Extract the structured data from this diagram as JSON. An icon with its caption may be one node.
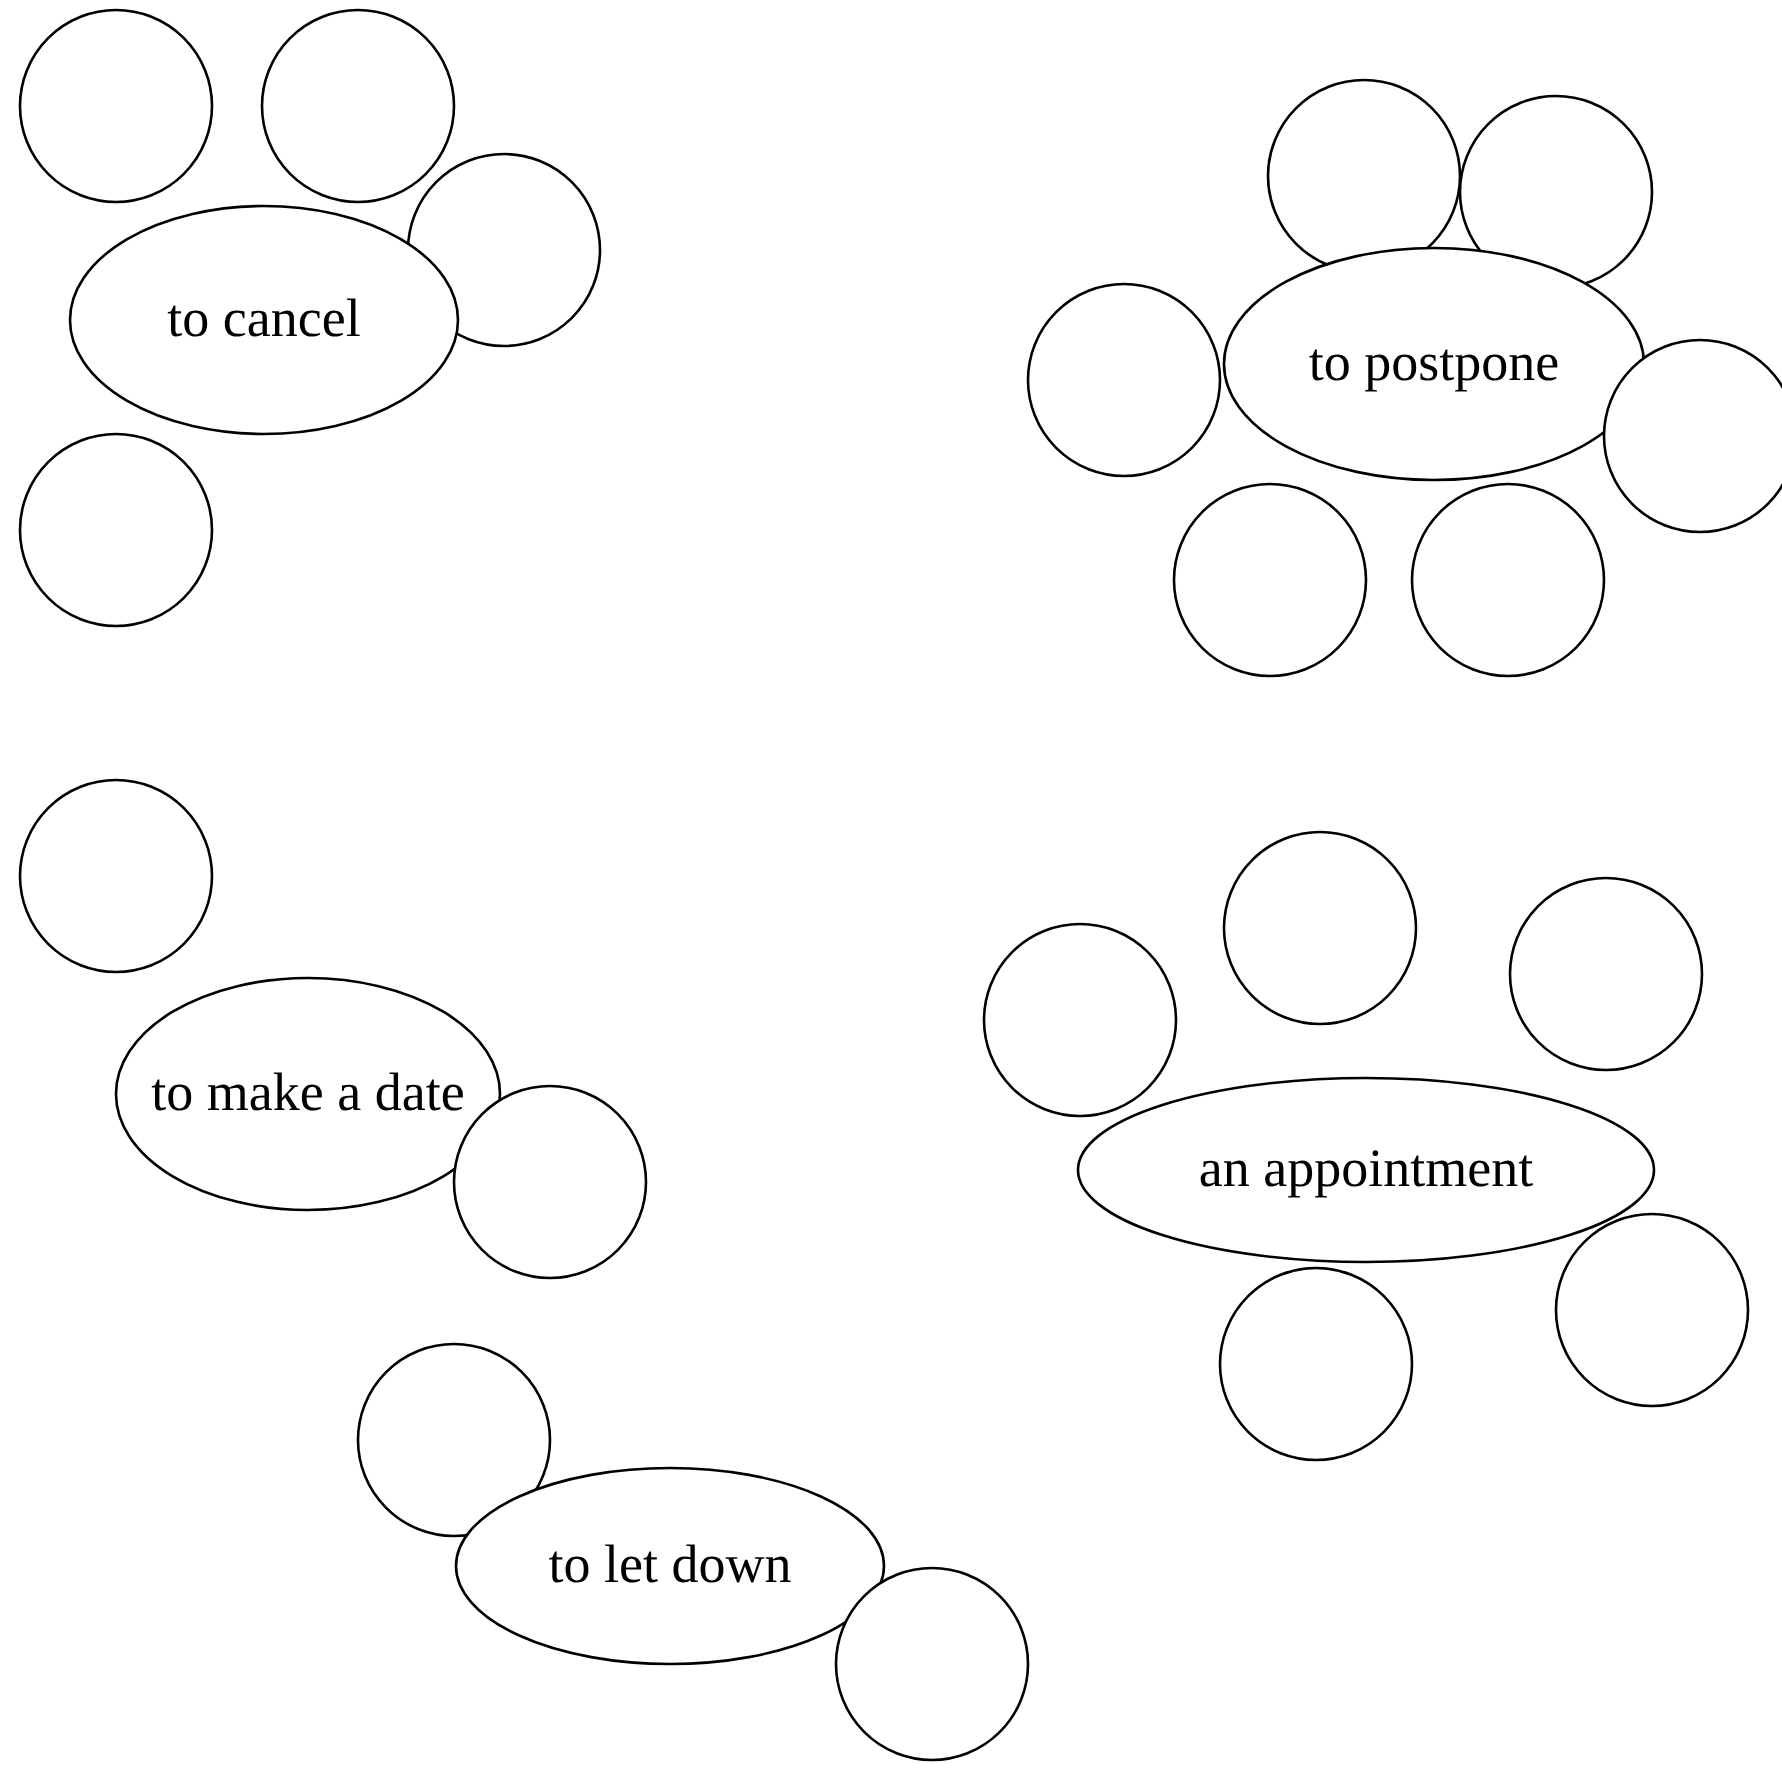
{
  "diagram": {
    "nodes": [
      {
        "text": [],
        "shape": "circle"
      },
      {
        "text": [],
        "shape": "circle"
      },
      {
        "text": [],
        "shape": "circle"
      },
      {
        "text": [
          "to cancel"
        ]
      },
      {
        "text": [],
        "shape": "circle"
      },
      {
        "text": [],
        "shape": "circle"
      },
      {
        "text": [],
        "shape": "circle"
      },
      {
        "text": [
          "to postpone"
        ]
      },
      {
        "text": [],
        "shape": "circle"
      },
      {
        "text": [],
        "shape": "circle"
      },
      {
        "text": [],
        "shape": "circle"
      },
      {
        "text": [],
        "shape": "circle"
      },
      {
        "text": [],
        "shape": "circle"
      },
      {
        "text": [
          "to make a date"
        ]
      },
      {
        "text": [],
        "shape": "circle"
      },
      {
        "text": [],
        "shape": "circle"
      },
      {
        "text": [],
        "shape": "circle"
      },
      {
        "text": [],
        "shape": "circle"
      },
      {
        "text": [
          "an appointment"
        ]
      },
      {
        "text": [],
        "shape": "circle"
      },
      {
        "text": [],
        "shape": "circle"
      },
      {
        "text": [],
        "shape": "circle"
      },
      {
        "text": [
          "to let down"
        ]
      },
      {
        "text": [],
        "shape": "circle"
      }
    ]
  }
}
